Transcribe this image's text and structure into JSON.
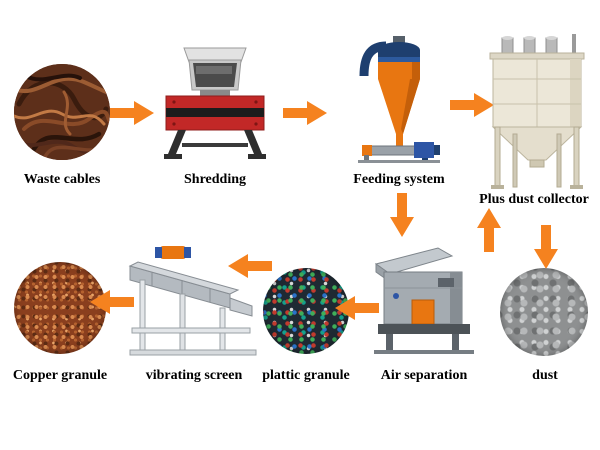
{
  "diagram": {
    "stages": {
      "waste_cables": "Waste cables",
      "shredding": "Shredding",
      "feeding_system": "Feeding system",
      "dust_collector": "Plus dust collector",
      "copper_granule": "Copper granule",
      "vibrating_screen": "vibrating screen",
      "plastic_granule": "plattic granule",
      "air_separation": "Air separation",
      "dust": "dust"
    },
    "icons": {
      "waste_cables": "waste-cables-photo",
      "shredder": "shredder-machine-icon",
      "feeding_system": "cyclone-feeder-icon",
      "dust_collector": "dust-collector-icon",
      "vibrating_screen": "vibrating-screen-icon",
      "air_separation": "air-separator-icon",
      "copper_granule": "copper-granule-photo",
      "plastic_granule": "plastic-granule-photo",
      "dust": "dust-photo",
      "arrow": "flow-arrow-icon"
    },
    "colors": {
      "arrow": "#F5821F",
      "background": "#FFFFFF",
      "label_text": "#000000",
      "shredder_red": "#C22827",
      "cyclone_orange": "#E87611",
      "cap_blue": "#1E3F6F",
      "collector_cream": "#ECE7D8"
    }
  }
}
